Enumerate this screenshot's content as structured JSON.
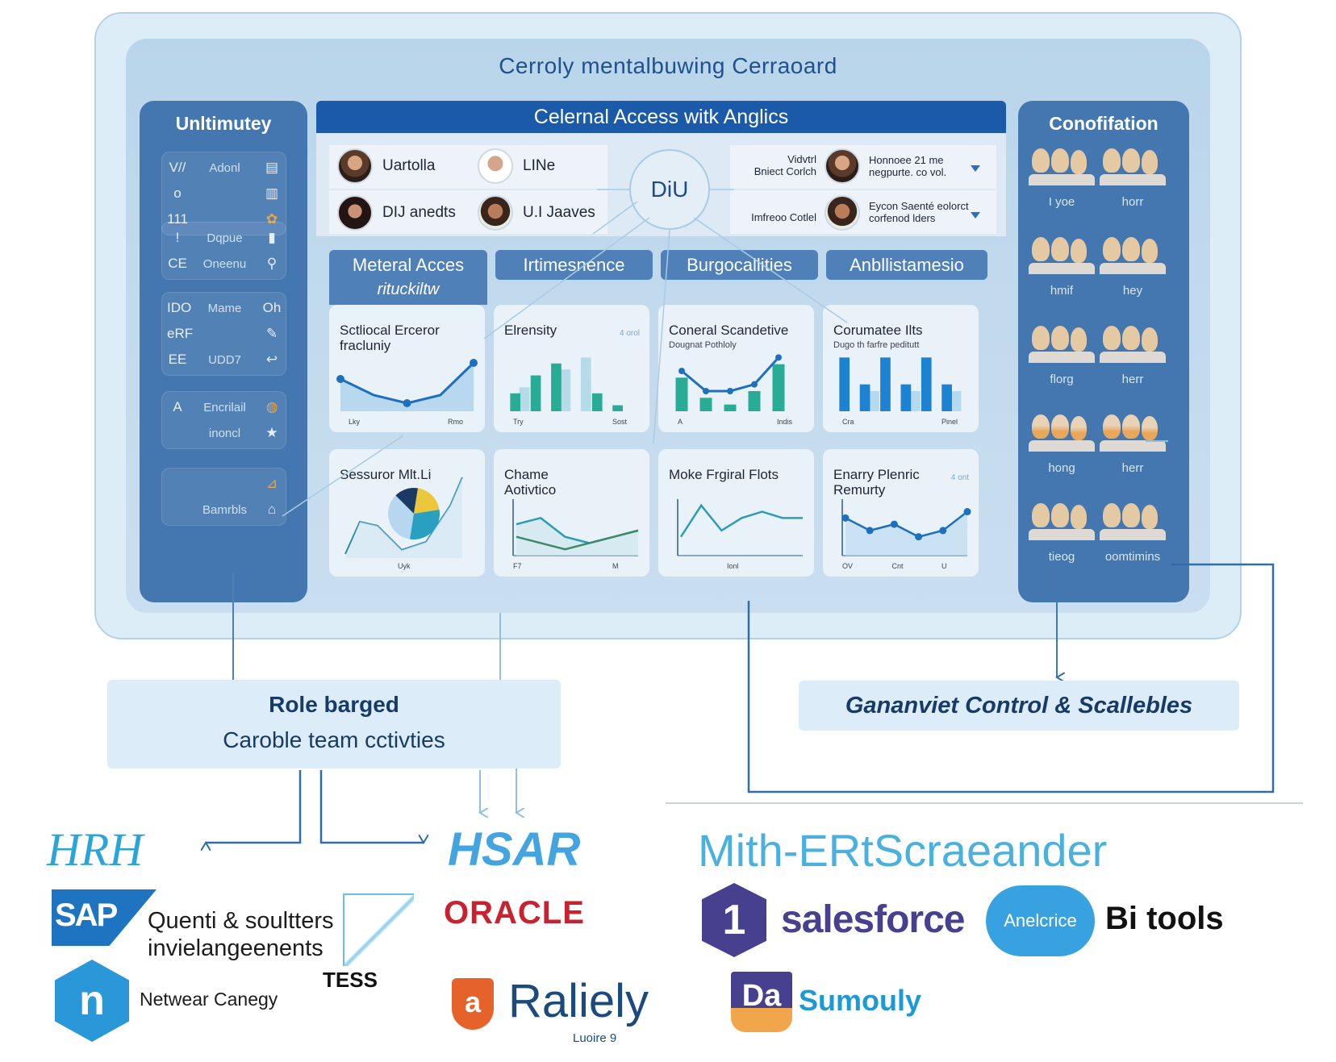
{
  "dashboard": {
    "title": "Cerroly mentalbuwing Cerraoard",
    "left_panel": {
      "title": "Unltimutey",
      "rows": [
        {
          "icon_l": "V//",
          "label": "Adonl",
          "icon_r": "folder-icon"
        },
        {
          "icon_l": "o",
          "label": "",
          "icon_r": "calendar-icon"
        },
        {
          "icon_l": "111",
          "label": "",
          "icon_r": "bundle-icon"
        },
        {
          "icon_l": "!",
          "label": "Dqpue",
          "icon_r": "cylinder-icon"
        },
        {
          "icon_l": "CE",
          "label": "Oneenu",
          "icon_r": "search-key-icon"
        },
        {
          "icon_l": "IDO",
          "label": "Mame",
          "icon_r": "Oh"
        },
        {
          "icon_l": "eRF",
          "label": "",
          "icon_r": "edit-icon"
        },
        {
          "icon_l": "EE",
          "label": "UDD7",
          "icon_r": "return-icon"
        },
        {
          "icon_l": "A",
          "label": "Encrilail",
          "icon_r": "globe-icon"
        },
        {
          "icon_l": "",
          "label": "inoncl",
          "icon_r": "star-icon"
        },
        {
          "icon_l": "",
          "label": "",
          "icon_r": "filter-icon"
        },
        {
          "icon_l": "",
          "label": "Bamrbls",
          "icon_r": "lock-icon"
        }
      ]
    },
    "center": {
      "header": "Celernal Access witk Anglics",
      "users": [
        {
          "name": "Uartolla"
        },
        {
          "name": "LINe"
        },
        {
          "name": "DIJ anedts"
        },
        {
          "name": "U.I Jaaves"
        }
      ],
      "hub_label": "DiU",
      "right_users": [
        {
          "label_top": "Vidvtrl",
          "label": "Bniect Corlch",
          "desc_1": "Honnoee 21 me",
          "desc_2": "negpurte. co vol."
        },
        {
          "label_top": "",
          "label": "Imfreoo Cotlel",
          "desc_1": "Eycon Saenté eolorct",
          "desc_2": "corfenod lders"
        }
      ],
      "tabs": [
        {
          "label": "Meteral Acces",
          "sub": "rituckiltw",
          "active": true
        },
        {
          "label": "Irtimesnence",
          "active": false
        },
        {
          "label": "Burgocallities",
          "active": false
        },
        {
          "label": "Anbllistamesio",
          "active": false
        }
      ],
      "cards": [
        {
          "title": "Sctliocal Erceror",
          "title2": "fracluniy",
          "subtitle": "",
          "note": "",
          "xlabels": [
            "Lky",
            "Rmo"
          ]
        },
        {
          "title": "Elrensity",
          "title2": "",
          "subtitle": "",
          "note": "4 orol",
          "xlabels": [
            "Try",
            "Sost"
          ]
        },
        {
          "title": "Coneral Scandetive",
          "title2": "",
          "subtitle": "Dougnat Pothloly",
          "note": "",
          "xlabels": [
            "A",
            "Indis"
          ]
        },
        {
          "title": "Corumatee Ilts",
          "title2": "",
          "subtitle": "Dugo th farfre peditutt",
          "note": "",
          "xlabels": [
            "Cra",
            "Pinel"
          ]
        },
        {
          "title": "Sessuror Mlt.Li",
          "title2": "",
          "subtitle": "",
          "note": "",
          "xlabels": [
            "Uyk"
          ]
        },
        {
          "title": "Chame",
          "title2": "Aotivtico",
          "subtitle": "",
          "note": "",
          "xlabels": [
            "F7",
            "M"
          ]
        },
        {
          "title": "Moke Frgiral Flots",
          "title2": "",
          "subtitle": "",
          "note": "",
          "xlabels": [
            "Ionl"
          ]
        },
        {
          "title": "Enarry Plenric",
          "title2": "Remurty",
          "subtitle": "",
          "note": "4 ont",
          "xlabels": [
            "OV",
            "Cnt",
            "U"
          ]
        }
      ]
    },
    "right_panel": {
      "title": "Conofifation",
      "groups": [
        {
          "label": "I yoe"
        },
        {
          "label": "horr"
        },
        {
          "label": "hmif"
        },
        {
          "label": "hey"
        },
        {
          "label": "florg"
        },
        {
          "label": "herr"
        },
        {
          "label": "hong"
        },
        {
          "label": "herr"
        },
        {
          "label": "tieog"
        },
        {
          "label": "oomtimins"
        }
      ]
    }
  },
  "callouts": {
    "role_title": "Role barged",
    "role_sub": "Caroble team cctivties",
    "governance": "Gananviet Control & Scallebles"
  },
  "logos": {
    "hrh": "HRH",
    "hsar": "HSAR",
    "mith": "Mith-ERtScraeander",
    "sap_mark": "SAP",
    "sap_text_1": "Quenti & soultters",
    "sap_text_2": "invielangeenents",
    "tess": "TESS",
    "nw_mark": "n",
    "nw_text": "Netwear Canegy",
    "oracle": "ORACLE",
    "ra_mark": "a",
    "raliely": "Raliely",
    "ra_sub": "Luoire 9",
    "sf_mark": "1",
    "salesforce": "salesforce",
    "cloud": "Anelcrice",
    "bitools": "Bi tools",
    "da_mark": "Da",
    "sumouly": "Sumouly"
  },
  "chart_data": [
    {
      "type": "area",
      "title": "Sctliocal Erceror fracluniy",
      "x": [
        0,
        1,
        2,
        3,
        4
      ],
      "values": [
        4,
        2,
        1,
        2,
        6
      ],
      "categories": [
        "Lky",
        "Rmo"
      ]
    },
    {
      "type": "bar",
      "title": "Elrensity",
      "series": [
        {
          "name": "primary",
          "values": [
            3,
            6,
            8,
            0,
            3,
            1
          ]
        },
        {
          "name": "secondary",
          "values": [
            4,
            0,
            7,
            9,
            0,
            0
          ]
        }
      ],
      "categories": [
        "Try",
        "Sost"
      ]
    },
    {
      "type": "bar",
      "title": "Coneral Scandetive",
      "series": [
        {
          "name": "bars",
          "values": [
            5,
            2,
            1,
            3,
            7
          ]
        },
        {
          "name": "line",
          "values": [
            6,
            3,
            3,
            4,
            8
          ]
        }
      ],
      "categories": [
        "A",
        "Indis"
      ]
    },
    {
      "type": "bar",
      "title": "Corumatee Ilts",
      "series": [
        {
          "name": "dark",
          "values": [
            8,
            4,
            8,
            4,
            8,
            4
          ]
        },
        {
          "name": "light",
          "values": [
            0,
            3,
            0,
            3,
            0,
            3
          ]
        }
      ],
      "categories": [
        "Cra",
        "Pinel"
      ]
    },
    {
      "type": "pie",
      "title": "Sessuror Mlt.Li",
      "values": [
        35,
        15,
        20,
        30
      ],
      "labels": [
        "light-blue",
        "navy",
        "yellow",
        "teal"
      ]
    },
    {
      "type": "line",
      "title": "Chame Aotivtico",
      "series": [
        {
          "name": "a",
          "values": [
            5,
            6,
            3,
            2,
            3,
            4
          ]
        },
        {
          "name": "b",
          "values": [
            3,
            2,
            1,
            2,
            3,
            4
          ]
        }
      ]
    },
    {
      "type": "line",
      "title": "Moke Frgiral Flots",
      "values": [
        3,
        8,
        4,
        6,
        7,
        6,
        6
      ]
    },
    {
      "type": "line",
      "title": "Enarry Plenric Remurty",
      "values": [
        6,
        4,
        5,
        3,
        4,
        7
      ]
    }
  ]
}
